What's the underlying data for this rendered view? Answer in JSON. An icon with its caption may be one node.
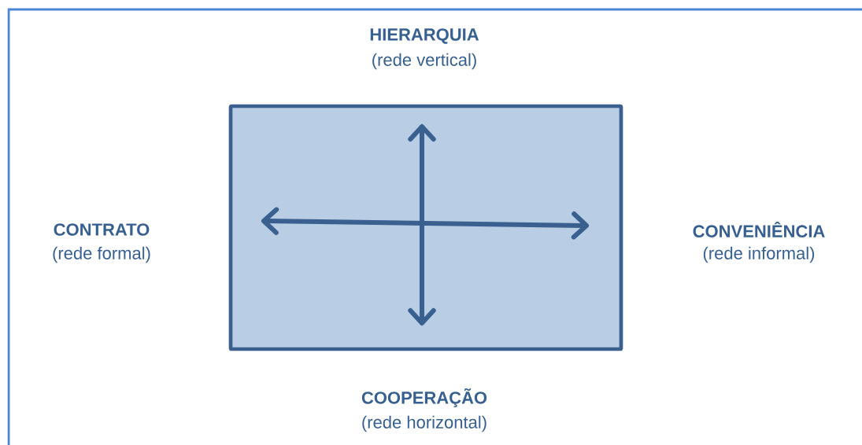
{
  "diagram": {
    "labels": [
      "HIERARQUIA",
      "(rede vertical)",
      "CONTRATO",
      "(rede formal)",
      "CONVENIÊNCIA",
      "(rede informal)",
      "COOPERAÇÃO",
      "(rede horizontal)"
    ]
  }
}
